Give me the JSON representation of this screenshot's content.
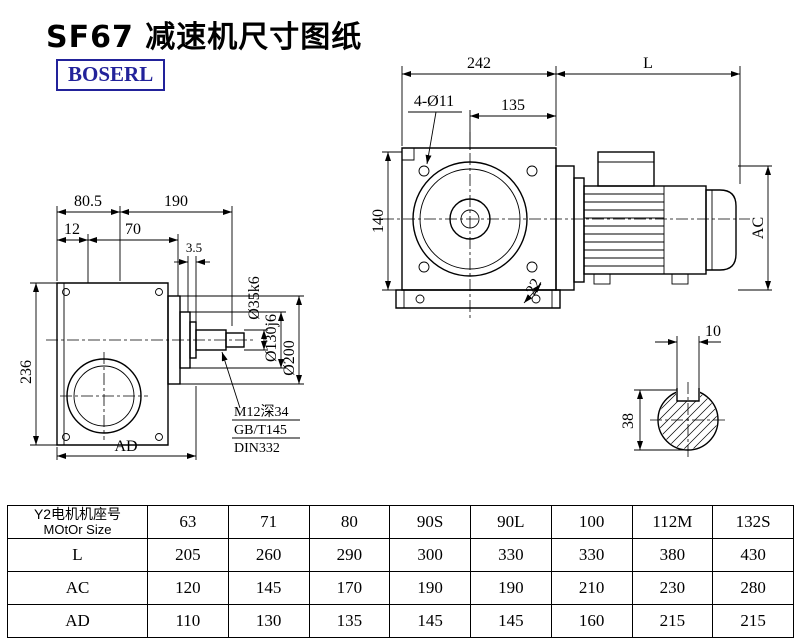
{
  "header": {
    "title": "SF67 减速机尺寸图纸",
    "brand": "BOSERL"
  },
  "side_view": {
    "d80_5": "80.5",
    "d190": "190",
    "d12": "12",
    "d70": "70",
    "d3_5": "3.5",
    "d236": "236",
    "dAD": "AD",
    "dia_shaft": "Ø35k6",
    "dia_spigot": "Ø130j6",
    "dia_flange": "Ø200",
    "note1": "M12深34",
    "note2": "GB/T145",
    "note3": "DIN332"
  },
  "front_view": {
    "d242": "242",
    "dL": "L",
    "holes": "4-Ø11",
    "d135": "135",
    "d140": "140",
    "d22": "22",
    "dAC": "AC"
  },
  "shaft_section": {
    "d10": "10",
    "d38": "38"
  },
  "table": {
    "motor_label_cn": "Y2电机机座号",
    "motor_label_en": "MOtOr Size",
    "sizes": [
      "63",
      "71",
      "80",
      "90S",
      "90L",
      "100",
      "112M",
      "132S"
    ],
    "rows": [
      {
        "label": "L",
        "values": [
          "205",
          "260",
          "290",
          "300",
          "330",
          "330",
          "380",
          "430"
        ]
      },
      {
        "label": "AC",
        "values": [
          "120",
          "145",
          "170",
          "190",
          "190",
          "210",
          "230",
          "280"
        ]
      },
      {
        "label": "AD",
        "values": [
          "110",
          "130",
          "135",
          "145",
          "145",
          "160",
          "215",
          "215"
        ]
      }
    ]
  }
}
